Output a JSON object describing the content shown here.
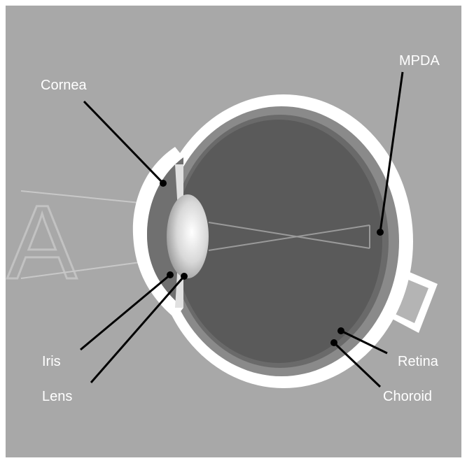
{
  "labels": {
    "cornea": "Cornea",
    "mpda": "MPDA",
    "iris": "Iris",
    "lens": "Lens",
    "retina": "Retina",
    "choroid": "Choroid"
  },
  "object_letter": "A",
  "colors": {
    "background": "#a8a8a8",
    "sclera": "#ffffff",
    "choroid": "#808080",
    "vitreous": "#5a5a5a",
    "aqueous": "#6e6e6e",
    "lens": "#d8d8d8",
    "leader_lines": "#000000",
    "label_text": "#ffffff"
  }
}
